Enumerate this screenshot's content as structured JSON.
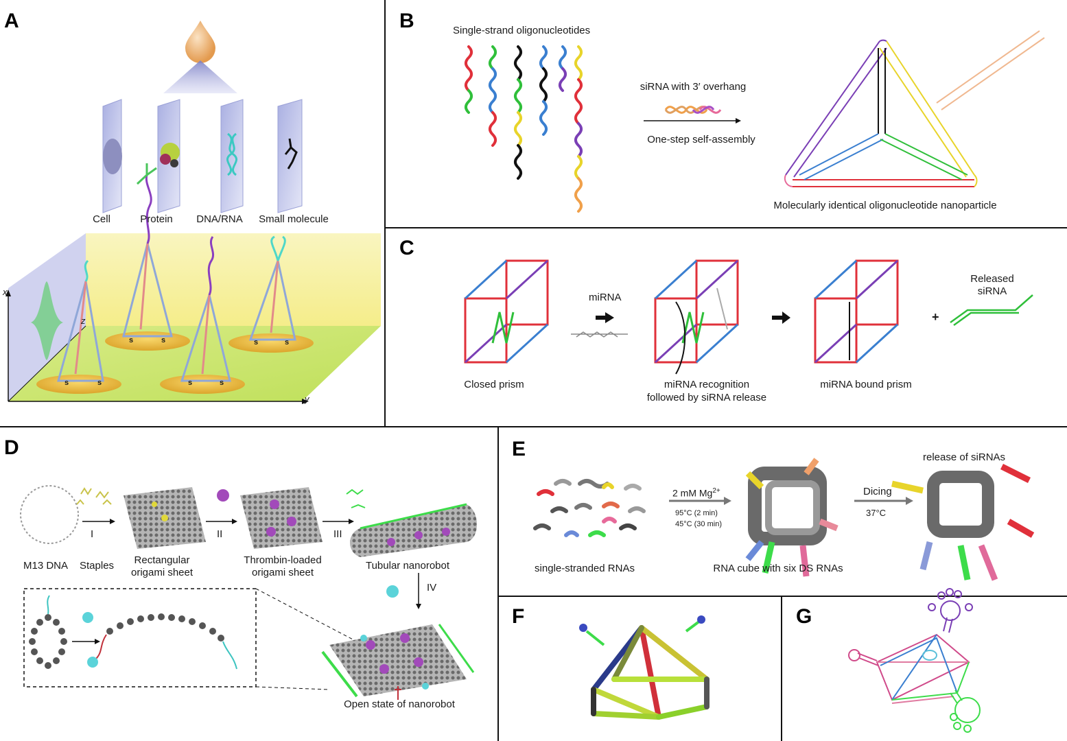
{
  "panels": {
    "A": {
      "label": "A",
      "targets": [
        "Cell",
        "Protein",
        "DNA/RNA",
        "Small molecule"
      ],
      "axes": {
        "x": "x",
        "y": "y",
        "z": "z"
      },
      "anchor": "s"
    },
    "B": {
      "label": "B",
      "strands_title": "Single-strand oligonucleotides",
      "arrow_top": "siRNA with 3′ overhang",
      "arrow_bottom": "One-step self-assembly",
      "product": "Molecularly identical oligonucleotide nanoparticle"
    },
    "C": {
      "label": "C",
      "arrow1": "miRNA",
      "stage1": "Closed prism",
      "stage2_line1": "miRNA recognition",
      "stage2_line2": "followed by siRNA release",
      "stage3": "miRNA bound prism",
      "plus": "+",
      "released_line1": "Released",
      "released_line2": "siRNA"
    },
    "D": {
      "label": "D",
      "m13": "M13 DNA",
      "staples": "Staples",
      "sheet1_line1": "Rectangular",
      "sheet1_line2": "origami sheet",
      "sheet2_line1": "Thrombin-loaded",
      "sheet2_line2": "origami sheet",
      "tube": "Tubular nanorobot",
      "open": "Open state of nanorobot",
      "steps": [
        "I",
        "II",
        "III",
        "IV"
      ]
    },
    "E": {
      "label": "E",
      "ss": "single-stranded RNAs",
      "cond1": "2 mM Mg",
      "cond1_sup": "2+",
      "cond2": "95°C (2 min)",
      "cond3": "45°C (30 min)",
      "cube": "RNA cube with six DS RNAs",
      "dicing": "Dicing",
      "temp": "37°C",
      "release": "release of siRNAs"
    },
    "F": {
      "label": "F"
    },
    "G": {
      "label": "G"
    }
  },
  "colors": {
    "red": "#e0303a",
    "blue": "#3a7fd0",
    "purple": "#7a3fb5",
    "green": "#2fbf3a",
    "yellow": "#e8d42a",
    "orange": "#f0a04a",
    "black": "#111111",
    "pink": "#e76a9a"
  }
}
